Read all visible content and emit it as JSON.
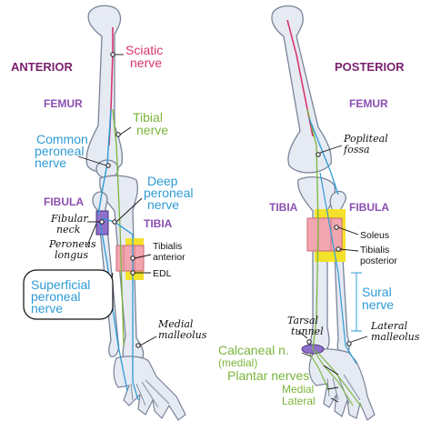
{
  "colors": {
    "bone_fill": "#e6eaf3",
    "bone_stroke": "#7a8499",
    "sciatic": "#d6366e",
    "tibial": "#7bb53b",
    "peroneal": "#2f9bd6",
    "heading": "#7a1f6e",
    "bone_label": "#8a4fb0",
    "muscle": "#f1a6b0",
    "tendon": "#f4e12a",
    "retinaculum": "#8e6fc9",
    "ink": "#111111"
  },
  "anterior": {
    "heading": "ANTERIOR",
    "femur": "FEMUR",
    "fibula": "FIBULA",
    "tibia": "TIBIA",
    "sciatic": [
      "Sciatic",
      "nerve"
    ],
    "tibial": [
      "Tibial",
      "nerve"
    ],
    "common_peroneal": [
      "Common",
      "peroneal",
      "nerve"
    ],
    "deep_peroneal": [
      "Deep",
      "peroneal",
      "nerve"
    ],
    "fibular_neck": [
      "Fibular",
      "neck"
    ],
    "peroneus_longus": [
      "Peroneus",
      "longus"
    ],
    "tibialis_anterior": [
      "Tibialis",
      "anterior"
    ],
    "edl": "EDL",
    "superficial_peroneal": [
      "Superficial",
      "peroneal",
      "nerve"
    ],
    "medial_malleolus": [
      "Medial",
      "malleolus"
    ]
  },
  "posterior": {
    "heading": "POSTERIOR",
    "femur": "FEMUR",
    "tibia": "TIBIA",
    "fibula": "FIBULA",
    "popliteal_fossa": [
      "Popliteal",
      "fossa"
    ],
    "soleus": "Soleus",
    "tibialis_posterior": [
      "Tibialis",
      "posterior"
    ],
    "sural": [
      "Sural",
      "nerve"
    ],
    "tarsal_tunnel": [
      "Tarsal",
      "tunnel"
    ],
    "lateral_malleolus": [
      "Lateral",
      "malleolus"
    ],
    "calcaneal": [
      "Calcaneal n.",
      "(medial)"
    ],
    "plantar": [
      "Plantar nerves",
      "Medial",
      "Lateral"
    ]
  }
}
